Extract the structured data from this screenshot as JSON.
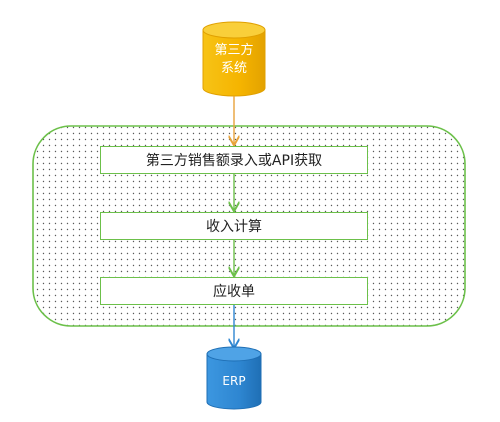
{
  "source_system": {
    "line1": "第三方",
    "line2": "系统",
    "color": "#F5B400"
  },
  "steps": [
    {
      "label": "第三方销售额录入或API获取"
    },
    {
      "label": "收入计算"
    },
    {
      "label": "应收单"
    }
  ],
  "target_system": {
    "label": "ERP",
    "color": "#2E86D1"
  },
  "colors": {
    "container_border": "#6cc04a",
    "box_border": "#6cc04a",
    "arrow_top": "#E8A33A",
    "arrow_mid": "#6cc04a",
    "arrow_bottom": "#2E86D1"
  }
}
